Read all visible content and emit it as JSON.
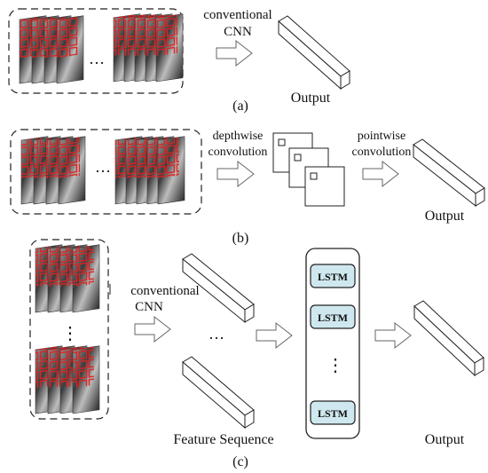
{
  "panel_a": {
    "label": "(a)",
    "step_label_1": "conventional",
    "step_label_2": "CNN",
    "output_label": "Output"
  },
  "panel_b": {
    "label": "(b)",
    "depthwise_1": "depthwise",
    "depthwise_2": "convolution",
    "pointwise_1": "pointwise",
    "pointwise_2": "convolution",
    "output_label": "Output"
  },
  "panel_c": {
    "label": "(c)",
    "step_label_1": "conventional",
    "step_label_2": "CNN",
    "feature_label": "Feature Sequence",
    "output_label": "Output",
    "lstm_cells": [
      "LSTM",
      "LSTM",
      "LSTM"
    ]
  },
  "ellipsis": "…",
  "vertical_ellipsis": "⋮",
  "colors": {
    "frame_grid": "#e02020",
    "lstm_fill": "#cfe8ef",
    "arrow_stroke": "#666666"
  }
}
